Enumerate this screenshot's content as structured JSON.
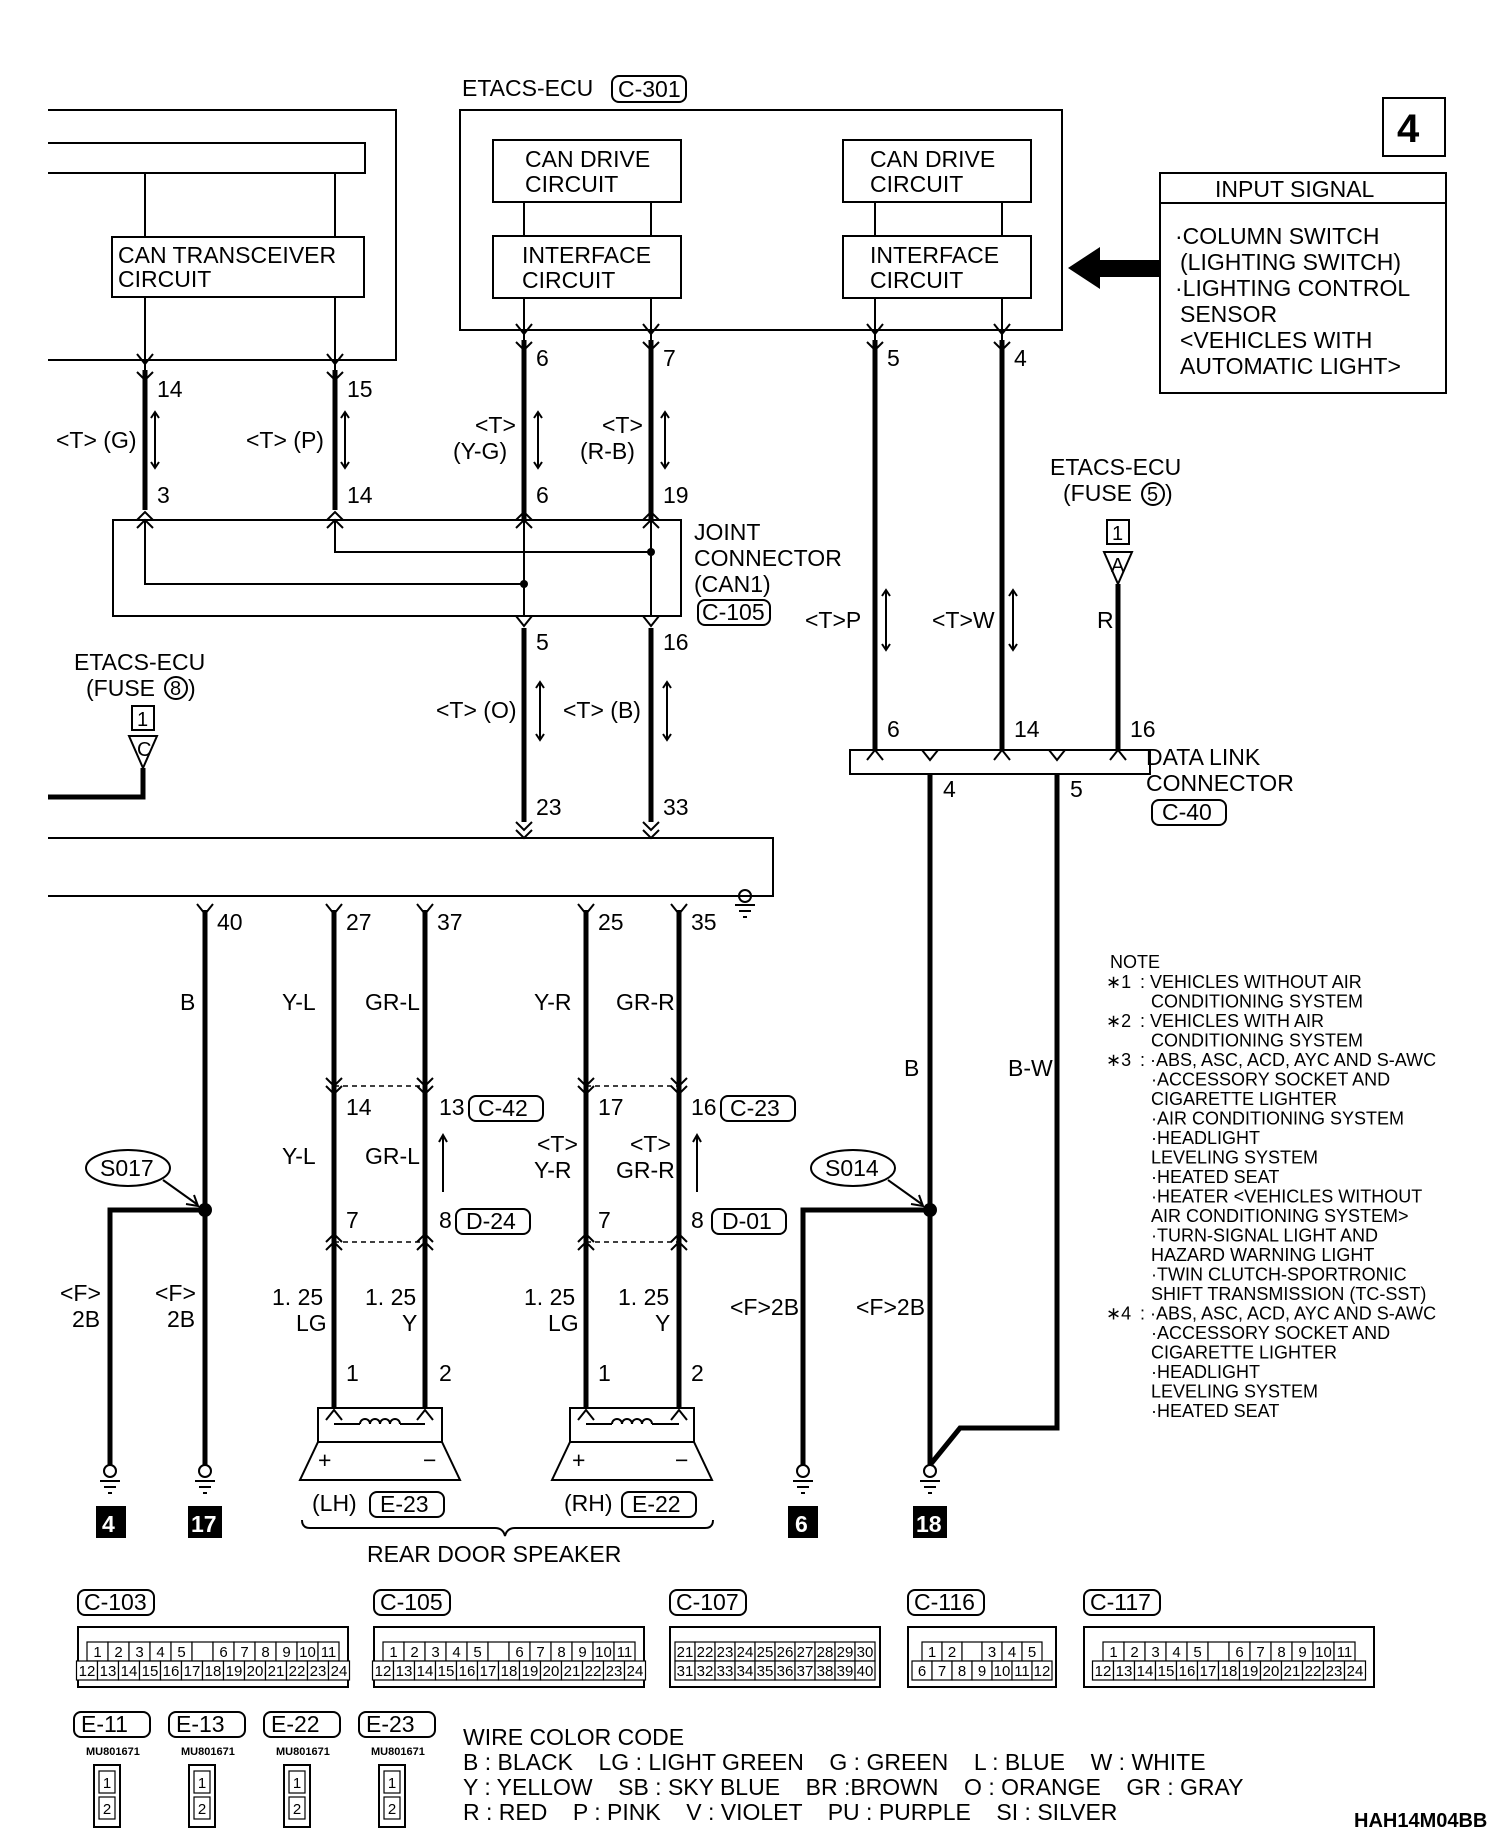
{
  "ecu": {
    "title": "ETACS-ECU",
    "connector": "C-301",
    "can_drive_1": [
      "CAN DRIVE",
      "CIRCUIT"
    ],
    "interface_1": [
      "INTERFACE",
      "CIRCUIT"
    ],
    "can_drive_2": [
      "CAN DRIVE",
      "CIRCUIT"
    ],
    "interface_2": [
      "INTERFACE",
      "CIRCUIT"
    ],
    "pins": [
      "6",
      "7",
      "5",
      "4"
    ]
  },
  "page_number": "4",
  "input_signal": {
    "title": "INPUT SIGNAL",
    "lines": [
      "·COLUMN SWITCH",
      "(LIGHTING SWITCH)",
      "·LIGHTING CONTROL",
      "SENSOR",
      "<VEHICLES WITH",
      "AUTOMATIC LIGHT>"
    ]
  },
  "can_transceiver": {
    "lines": [
      "CAN TRANSCEIVER",
      "CIRCUIT"
    ],
    "pins": [
      "14",
      "15"
    ],
    "wires": [
      "<T> (G)",
      "<T> (P)"
    ]
  },
  "ecu_wires": [
    [
      "<T>",
      "(Y-G)"
    ],
    [
      "<T>",
      "(R-B)"
    ]
  ],
  "joint_connector": {
    "lines": [
      "JOINT",
      "CONNECTOR",
      "(CAN1)"
    ],
    "connector": "C-105",
    "top_pins": [
      "3",
      "14",
      "6",
      "19"
    ],
    "bottom_pins": [
      "5",
      "16"
    ]
  },
  "lower_wires": [
    "<T> (O)",
    "<T> (B)"
  ],
  "lower_pins": [
    "23",
    "33"
  ],
  "etacs_fuse5": {
    "lines": [
      "ETACS-ECU",
      "(FUSE"
    ],
    "fuse": "5",
    "tag": "1",
    "letter": "A"
  },
  "etacs_fuse8": {
    "lines": [
      "ETACS-ECU",
      "(FUSE"
    ],
    "fuse": "8",
    "tag": "1",
    "letter": "C"
  },
  "dlc_wires": [
    "<T>P",
    "<T>W",
    "R"
  ],
  "data_link_connector": {
    "lines": [
      "DATA LINK",
      "CONNECTOR"
    ],
    "connector": "C-40",
    "top_pins": [
      "6",
      "14",
      "16"
    ],
    "bottom_pins": [
      "4",
      "5"
    ]
  },
  "bottom_module": {
    "pins": [
      "40",
      "27",
      "37",
      "25",
      "35"
    ],
    "wire_colors": [
      "B",
      "Y-L",
      "GR-L",
      "Y-R",
      "GR-R"
    ]
  },
  "lh_connector": {
    "pins": [
      "14",
      "13"
    ],
    "connector": "C-42",
    "colors": [
      "Y-L",
      "GR-L"
    ],
    "low_pins": [
      "7",
      "8"
    ],
    "low_connector": "D-24"
  },
  "rh_connector": {
    "pins": [
      "17",
      "16"
    ],
    "connector": "C-23",
    "colors": [
      [
        "<T>",
        "Y-R"
      ],
      [
        "<T>",
        "GR-R"
      ]
    ],
    "low_pins": [
      "7",
      "8"
    ],
    "low_connector": "D-01"
  },
  "speaker_wires": {
    "lh": [
      [
        "1. 25",
        "LG"
      ],
      [
        "1. 25",
        "Y"
      ]
    ],
    "rh": [
      [
        "1. 25",
        "LG"
      ],
      [
        "1. 25",
        "Y"
      ]
    ]
  },
  "speaker_pins": [
    "1",
    "2",
    "1",
    "2"
  ],
  "speaker_lh": {
    "side": "(LH)",
    "connector": "E-23",
    "plus": "+",
    "minus": "−"
  },
  "speaker_rh": {
    "side": "(RH)",
    "connector": "E-22",
    "plus": "+",
    "minus": "−"
  },
  "speaker_caption": "REAR DOOR SPEAKER",
  "splices": {
    "s017": {
      "label": "S017",
      "wires": [
        [
          "<F>",
          "2B"
        ],
        [
          "<F>",
          "2B"
        ]
      ]
    },
    "s014": {
      "label": "S014",
      "wires": [
        "<F>2B",
        "<F>2B"
      ]
    }
  },
  "dlc_colors": [
    "B",
    "B-W"
  ],
  "grounds": [
    "4",
    "17",
    "6",
    "18"
  ],
  "note": {
    "title": "NOTE",
    "items": [
      {
        "mark": "∗1",
        "lines": [
          ": VEHICLES WITHOUT AIR",
          "CONDITIONING SYSTEM"
        ]
      },
      {
        "mark": "∗2",
        "lines": [
          ": VEHICLES WITH AIR",
          "CONDITIONING SYSTEM"
        ]
      },
      {
        "mark": "∗3",
        "lines": [
          ": ·ABS, ASC, ACD, AYC AND S-AWC",
          "·ACCESSORY SOCKET AND",
          "CIGARETTE LIGHTER",
          "·AIR CONDITIONING SYSTEM",
          "·HEADLIGHT",
          "LEVELING SYSTEM",
          "·HEATED SEAT",
          "·HEATER <VEHICLES WITHOUT",
          "AIR CONDITIONING SYSTEM>",
          "·TURN-SIGNAL LIGHT AND",
          "HAZARD WARNING LIGHT",
          "·TWIN CLUTCH-SPORTRONIC",
          "SHIFT TRANSMISSION (TC-SST)"
        ]
      },
      {
        "mark": "∗4",
        "lines": [
          ": ·ABS, ASC, ACD, AYC AND S-AWC",
          "·ACCESSORY SOCKET AND",
          "CIGARETTE LIGHTER",
          "·HEADLIGHT",
          "LEVELING SYSTEM",
          "·HEATED SEAT"
        ]
      }
    ]
  },
  "connectors": [
    {
      "name": "C-103",
      "rows": [
        [
          "1",
          "2",
          "3",
          "4",
          "5",
          "",
          "6",
          "7",
          "8",
          "9",
          "10",
          "11"
        ],
        [
          "12",
          "13",
          "14",
          "15",
          "16",
          "17",
          "18",
          "19",
          "20",
          "21",
          "22",
          "23",
          "24"
        ]
      ]
    },
    {
      "name": "C-105",
      "rows": [
        [
          "1",
          "2",
          "3",
          "4",
          "5",
          "",
          "6",
          "7",
          "8",
          "9",
          "10",
          "11"
        ],
        [
          "12",
          "13",
          "14",
          "15",
          "16",
          "17",
          "18",
          "19",
          "20",
          "21",
          "22",
          "23",
          "24"
        ]
      ]
    },
    {
      "name": "C-107",
      "rows": [
        [
          "21",
          "22",
          "23",
          "24",
          "25",
          "26",
          "27",
          "28",
          "29",
          "30"
        ],
        [
          "31",
          "32",
          "33",
          "34",
          "35",
          "36",
          "37",
          "38",
          "39",
          "40"
        ]
      ]
    },
    {
      "name": "C-116",
      "rows": [
        [
          "1",
          "2",
          "",
          "3",
          "4",
          "5"
        ],
        [
          "6",
          "7",
          "8",
          "9",
          "10",
          "11",
          "12"
        ]
      ]
    },
    {
      "name": "C-117",
      "rows": [
        [
          "1",
          "2",
          "3",
          "4",
          "5",
          "",
          "6",
          "7",
          "8",
          "9",
          "10",
          "11"
        ],
        [
          "12",
          "13",
          "14",
          "15",
          "16",
          "17",
          "18",
          "19",
          "20",
          "21",
          "22",
          "23",
          "24"
        ]
      ]
    }
  ],
  "small_connectors": [
    {
      "name": "E-11",
      "part": "MU801671",
      "pins": [
        "1",
        "2"
      ]
    },
    {
      "name": "E-13",
      "part": "MU801671",
      "pins": [
        "1",
        "2"
      ]
    },
    {
      "name": "E-22",
      "part": "MU801671",
      "pins": [
        "1",
        "2"
      ]
    },
    {
      "name": "E-23",
      "part": "MU801671",
      "pins": [
        "1",
        "2"
      ]
    }
  ],
  "color_code": {
    "title": "WIRE COLOR CODE",
    "lines": [
      "B : BLACK    LG : LIGHT GREEN    G : GREEN    L : BLUE    W : WHITE",
      "Y : YELLOW    SB : SKY BLUE    BR :BROWN    O : ORANGE    GR : GRAY",
      "R : RED    P : PINK    V : VIOLET    PU : PURPLE    SI : SILVER"
    ]
  },
  "drawing_code": "HAH14M04BB"
}
